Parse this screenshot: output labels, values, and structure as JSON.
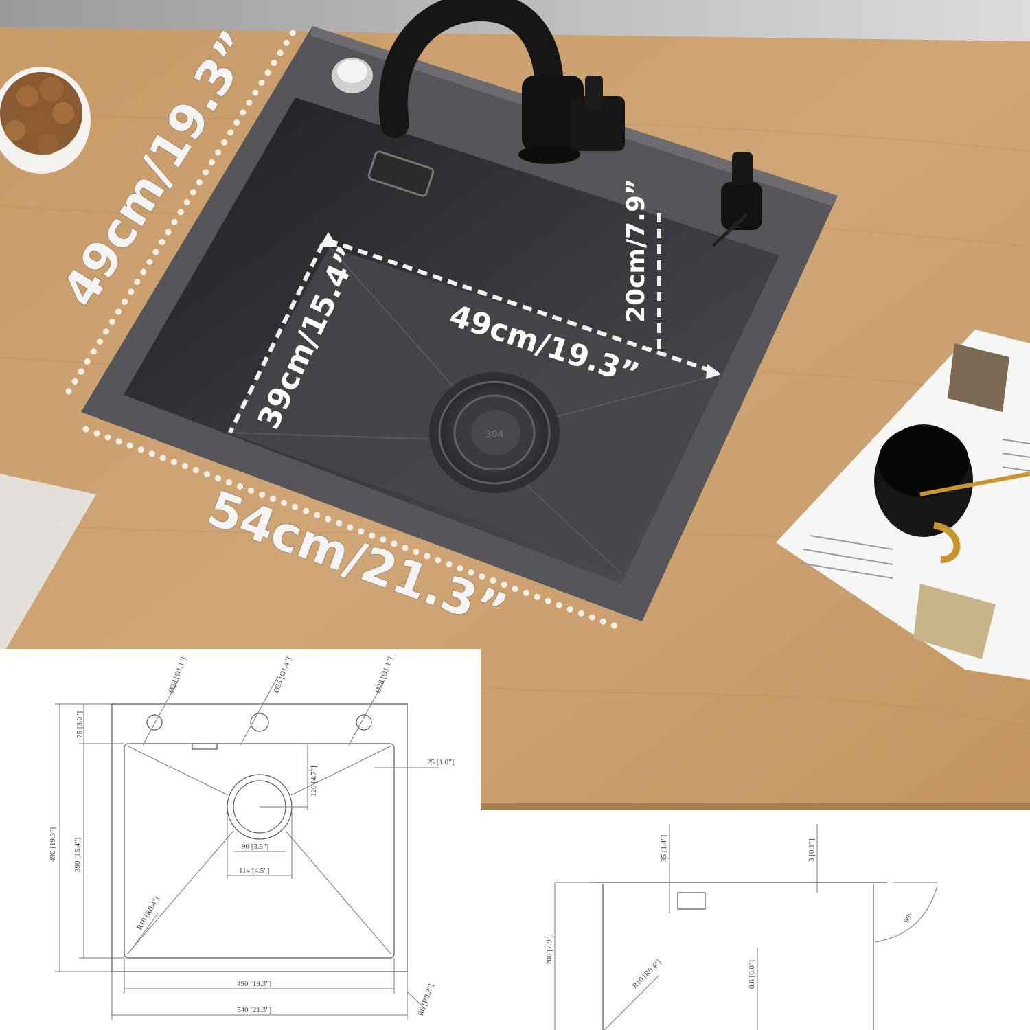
{
  "photo": {
    "outer_width_label": "54cm/21.3”",
    "outer_depth_label": "49cm/19.3”",
    "inner_width_label": "49cm/19.3”",
    "inner_depth_label": "39cm/15.4”",
    "bowl_depth_label": "20cm/7.9”",
    "drain_text": "304"
  },
  "top_view": {
    "hole_left": "Ø28 [Ø1.1\"]",
    "hole_middle": "Ø35 [Ø1.4\"]",
    "hole_right": "Ø28 [Ø1.1\"]",
    "deck_depth": "75 [3.0\"]",
    "rim_width": "25 [1.0\"]",
    "drain_offset": "120 [4.7\"]",
    "outer_depth": "490 [19.3\"]",
    "inner_depth": "390 [15.4\"]",
    "drain_inner": "90 [3.5\"]",
    "drain_outer": "114 [4.5\"]",
    "corner_radius": "R10 [R0.4\"]",
    "inner_width": "490 [19.3\"]",
    "outer_radius": "R6 [R0.2\"]",
    "outer_width": "540 [21.3\"]"
  },
  "side_view": {
    "flange": "35 [1.4\"]",
    "thickness": "3 [0.1\"]",
    "depth": "200 [7.9\"]",
    "radius": "R10 [R0.4\"]",
    "slope": "0.6 [0.0\"]",
    "angle": "90°"
  },
  "colors": {
    "countertop": "#c99d6c",
    "sink": "#4a4a4e",
    "sink_inner": "#2b2b2f",
    "faucet": "#151515",
    "annotation": "#f4f4f4"
  }
}
